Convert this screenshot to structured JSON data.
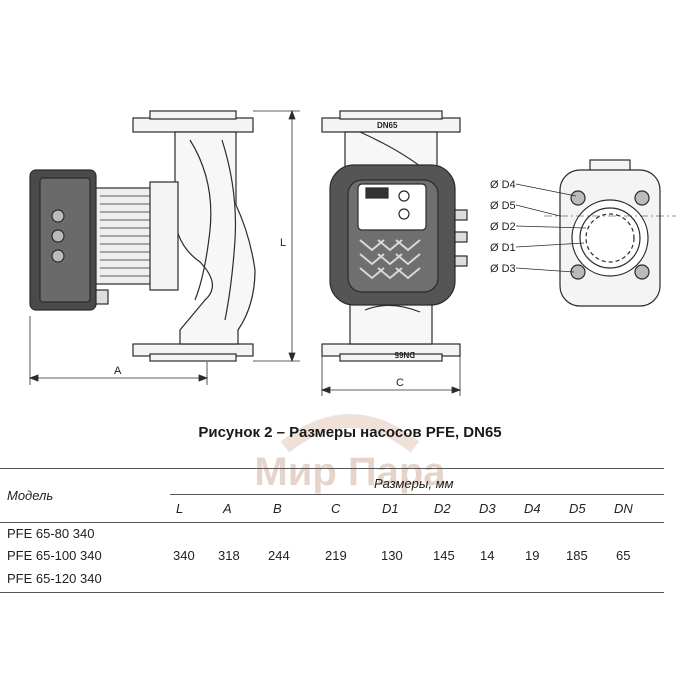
{
  "drawing": {
    "dim_labels": {
      "A": "A",
      "L": "L",
      "C": "C",
      "flange_top": "DN65",
      "flange_bottom": "DN65"
    },
    "diameter_labels": [
      "Ø D4",
      "Ø D5",
      "Ø D2",
      "Ø D1",
      "Ø D3"
    ]
  },
  "caption": "Рисунок 2 – Размеры насосов PFE, DN65",
  "watermark": "Мир Пара",
  "table": {
    "model_header": "Модель",
    "dims_header": "Размеры, мм",
    "columns": [
      "L",
      "A",
      "B",
      "C",
      "D1",
      "D2",
      "D3",
      "D4",
      "D5",
      "DN"
    ],
    "models": [
      "PFE 65-80 340",
      "PFE 65-100 340",
      "PFE 65-120 340"
    ],
    "values": [
      "340",
      "318",
      "244",
      "219",
      "130",
      "145",
      "14",
      "19",
      "185",
      "65"
    ]
  },
  "colors": {
    "line": "#2b2b2b",
    "fill_light": "#f2f2f2",
    "fill_dark": "#4a4a4a",
    "watermark": "#c9a08a"
  }
}
